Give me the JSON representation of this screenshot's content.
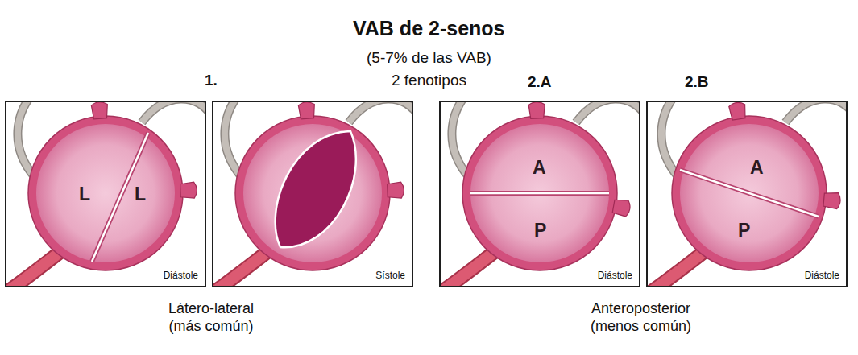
{
  "diagram": {
    "title": "VAB de 2-senos",
    "nodes": [
      {
        "text": [
          "L",
          "L",
          "Diástole"
        ]
      },
      {
        "text": [
          "Sístole"
        ]
      },
      {
        "text": [
          "2.A",
          "A",
          "P",
          "Diástole"
        ]
      },
      {
        "text": [
          "2.B",
          "A",
          "P",
          "Diástole"
        ]
      }
    ],
    "labels": [
      "(5-7% de las VAB)",
      "2 fenotipos",
      "1.",
      "Látero-lateral (más común)",
      "Anteroposterior (menos común)"
    ]
  }
}
